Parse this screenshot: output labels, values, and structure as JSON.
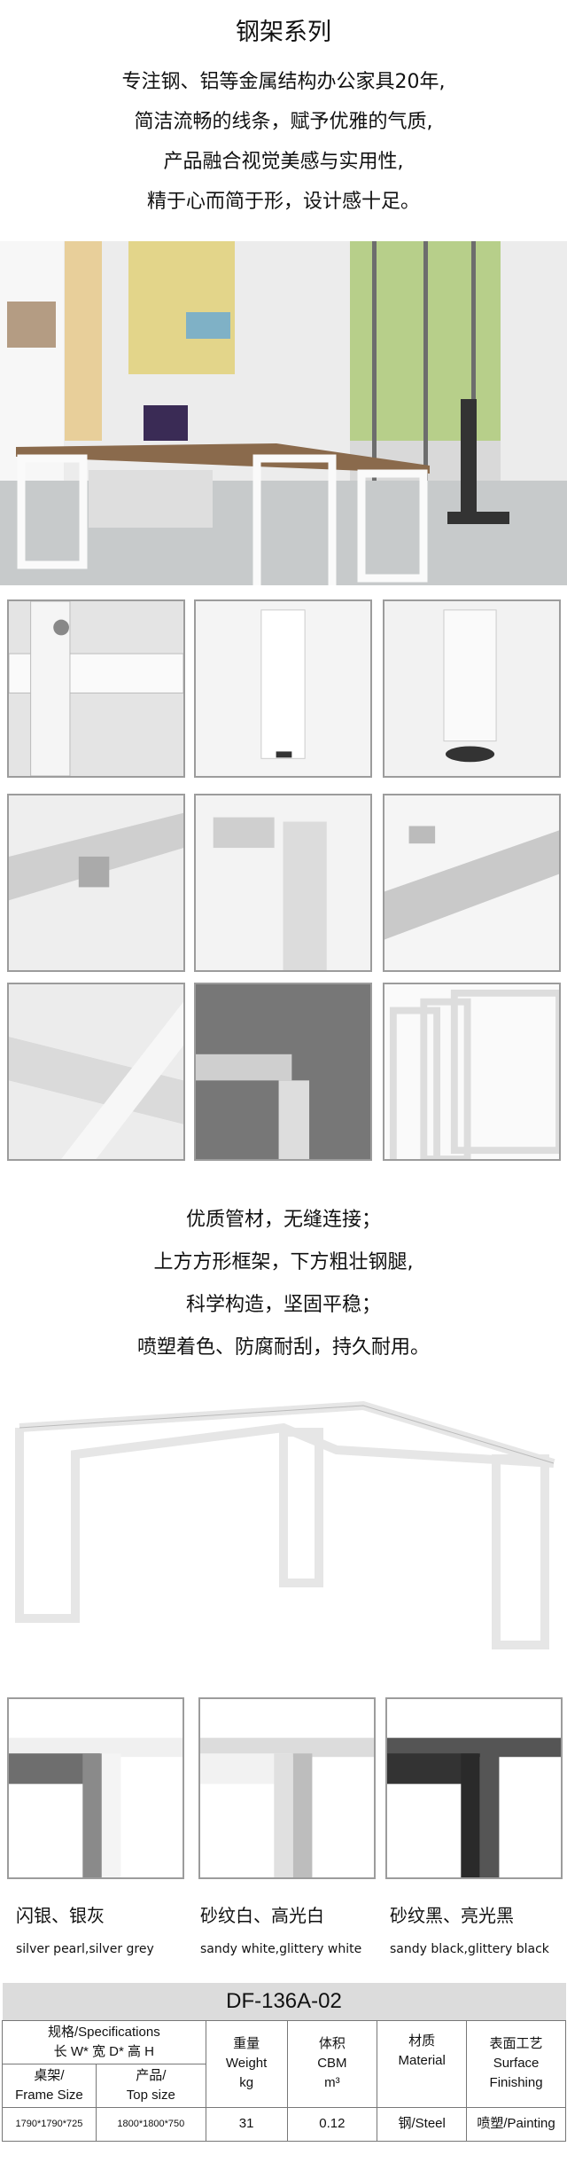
{
  "header": {
    "title": "钢架系列",
    "intro_lines": [
      "专注钢、铝等金属结构办公家具20年,",
      "简洁流畅的线条，赋予优雅的气质,",
      "产品融合视觉美感与实用性,",
      "精于心而简于形，设计感十足。"
    ]
  },
  "features": {
    "lines": [
      "优质管材，无缝连接；",
      "上方方形框架，下方粗壮钢腿,",
      "科学构造，坚固平稳；",
      "喷塑着色、防腐耐刮，持久耐用。"
    ]
  },
  "colors": [
    {
      "cn": "闪银、银灰",
      "en": "silver pearl,silver grey",
      "frame_color": "#6e6e6e",
      "tube_color": "#f4f4f4"
    },
    {
      "cn": "砂纹白、高光白",
      "en": "sandy white,glittery white",
      "frame_color": "#f2f2f2",
      "tube_color": "#bdbdbd"
    },
    {
      "cn": "砂纹黑、亮光黑",
      "en": "sandy black,glittery black",
      "frame_color": "#333333",
      "tube_color": "#555555"
    }
  ],
  "spec_table": {
    "model": "DF-136A-02",
    "spec_header": "规格/Specifications",
    "dims_header": "长 W* 宽 D* 高 H",
    "frame_size_header": "桌架/",
    "frame_size_header_en": "Frame Size",
    "top_size_header": "产品/",
    "top_size_header_en": "Top size",
    "weight_header": "重量",
    "weight_header_en": "Weight",
    "weight_unit": "kg",
    "volume_header": "体积",
    "volume_header_en": "CBM",
    "volume_unit": "m³",
    "material_header": "材质",
    "material_header_en": "Material",
    "finish_header": "表面工艺",
    "finish_header_en": "Surface",
    "finish_header_en2": "Finishing",
    "row": {
      "frame_size": "1790*1790*725",
      "top_size": "1800*1800*750",
      "weight": "31",
      "volume": "0.12",
      "material": "钢/Steel",
      "finish": "喷塑/Painting"
    }
  }
}
